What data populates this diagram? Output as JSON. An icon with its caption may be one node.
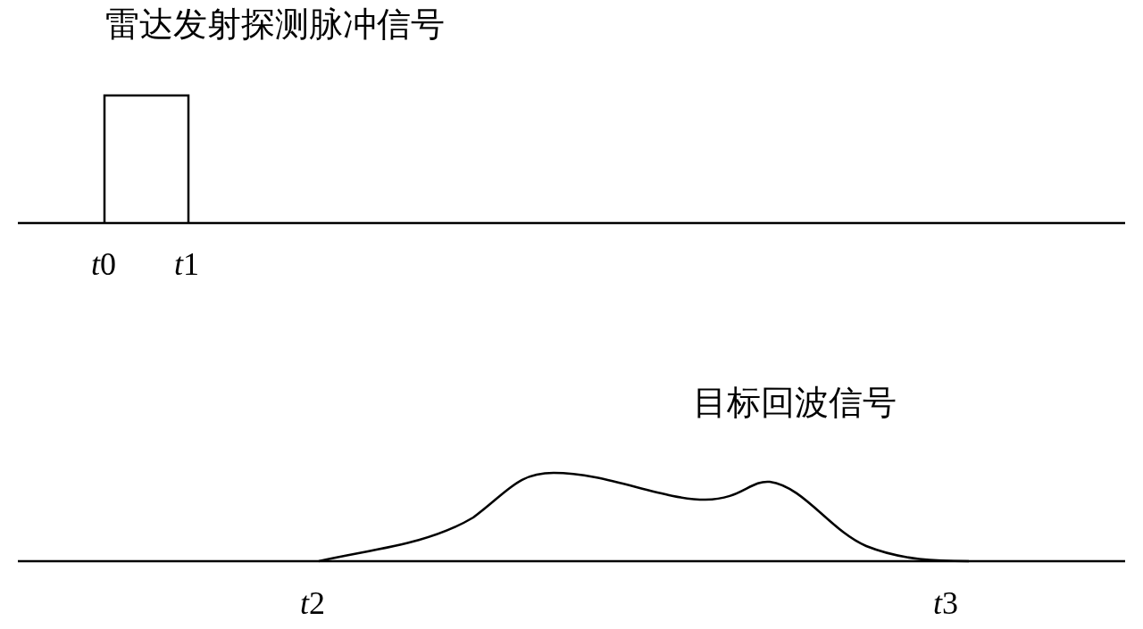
{
  "diagram": {
    "labels": [
      "雷达发射探测脉冲信号",
      "t0",
      "t1",
      "目标回波信号",
      "t2",
      "t3"
    ]
  }
}
